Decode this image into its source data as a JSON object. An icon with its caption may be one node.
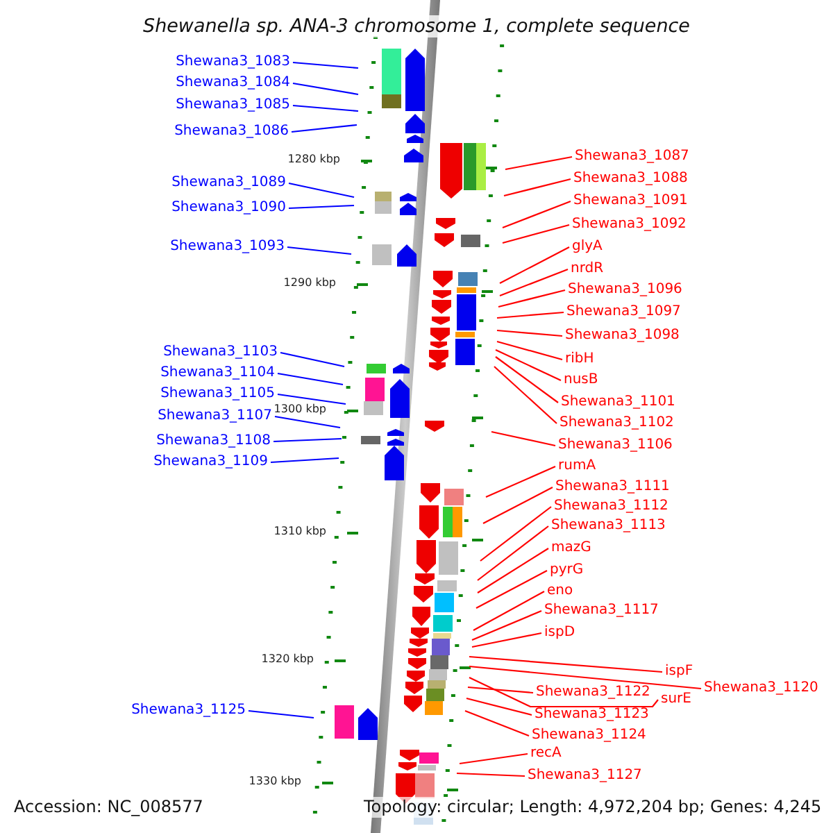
{
  "diagram": {
    "title": "Shewanella sp. ANA-3 chromosome 1, complete sequence",
    "nodes": [
      {
        "text": [
          "Shewana3_1083"
        ]
      },
      {
        "text": [
          "Shewana3_1084"
        ]
      },
      {
        "text": [
          "Shewana3_1085"
        ]
      },
      {
        "text": [
          "Shewana3_1086"
        ]
      },
      {
        "text": [
          "Shewana3_1089"
        ]
      },
      {
        "text": [
          "Shewana3_1090"
        ]
      },
      {
        "text": [
          "Shewana3_1093"
        ]
      },
      {
        "text": [
          "Shewana3_1103"
        ]
      },
      {
        "text": [
          "Shewana3_1104"
        ]
      },
      {
        "text": [
          "Shewana3_1105"
        ]
      },
      {
        "text": [
          "Shewana3_1107"
        ]
      },
      {
        "text": [
          "Shewana3_1108"
        ]
      },
      {
        "text": [
          "Shewana3_1109"
        ]
      },
      {
        "text": [
          "Shewana3_1125"
        ]
      },
      {
        "text": [
          "Shewana3_1087"
        ]
      },
      {
        "text": [
          "Shewana3_1088"
        ]
      },
      {
        "text": [
          "Shewana3_1091"
        ]
      },
      {
        "text": [
          "Shewana3_1092"
        ]
      },
      {
        "text": [
          "glyA"
        ]
      },
      {
        "text": [
          "nrdR"
        ]
      },
      {
        "text": [
          "Shewana3_1096"
        ]
      },
      {
        "text": [
          "Shewana3_1097"
        ]
      },
      {
        "text": [
          "Shewana3_1098"
        ]
      },
      {
        "text": [
          "ribH"
        ]
      },
      {
        "text": [
          "nusB"
        ]
      },
      {
        "text": [
          "Shewana3_1101"
        ]
      },
      {
        "text": [
          "Shewana3_1102"
        ]
      },
      {
        "text": [
          "Shewana3_1106"
        ]
      },
      {
        "text": [
          "rumA"
        ]
      },
      {
        "text": [
          "Shewana3_1111"
        ]
      },
      {
        "text": [
          "Shewana3_1112"
        ]
      },
      {
        "text": [
          "Shewana3_1113"
        ]
      },
      {
        "text": [
          "mazG"
        ]
      },
      {
        "text": [
          "pyrG"
        ]
      },
      {
        "text": [
          "eno"
        ]
      },
      {
        "text": [
          "Shewana3_1117"
        ]
      },
      {
        "text": [
          "ispD"
        ]
      },
      {
        "text": [
          "ispF"
        ]
      },
      {
        "text": [
          "Shewana3_1120"
        ]
      },
      {
        "text": [
          "Shewana3_1122"
        ]
      },
      {
        "text": [
          "surE"
        ]
      },
      {
        "text": [
          "Shewana3_1123"
        ]
      },
      {
        "text": [
          "Shewana3_1124"
        ]
      },
      {
        "text": [
          "recA"
        ]
      },
      {
        "text": [
          "Shewana3_1127"
        ]
      }
    ],
    "edges": [
      {
        "from": 0,
        "to": null,
        "arrow": "none",
        "color": "#0000ff"
      },
      {
        "from": 1,
        "to": null,
        "arrow": "none",
        "color": "#0000ff"
      },
      {
        "from": 2,
        "to": null,
        "arrow": "none",
        "color": "#0000ff"
      },
      {
        "from": 3,
        "to": null,
        "arrow": "none",
        "color": "#0000ff"
      },
      {
        "from": 4,
        "to": null,
        "arrow": "none",
        "color": "#0000ff"
      },
      {
        "from": 5,
        "to": null,
        "arrow": "none",
        "color": "#0000ff"
      },
      {
        "from": 6,
        "to": null,
        "arrow": "none",
        "color": "#0000ff"
      },
      {
        "from": 7,
        "to": null,
        "arrow": "none",
        "color": "#0000ff"
      },
      {
        "from": 8,
        "to": null,
        "arrow": "none",
        "color": "#0000ff"
      },
      {
        "from": 9,
        "to": null,
        "arrow": "none",
        "color": "#0000ff"
      },
      {
        "from": 10,
        "to": null,
        "arrow": "none",
        "color": "#0000ff"
      },
      {
        "from": 11,
        "to": null,
        "arrow": "none",
        "color": "#0000ff"
      },
      {
        "from": 12,
        "to": null,
        "arrow": "none",
        "color": "#0000ff"
      },
      {
        "from": 13,
        "to": null,
        "arrow": "none",
        "color": "#0000ff"
      },
      {
        "from": 14,
        "to": null,
        "arrow": "none"
      },
      {
        "from": 15,
        "to": null,
        "arrow": "none"
      },
      {
        "from": 16,
        "to": null,
        "arrow": "none"
      },
      {
        "from": 17,
        "to": null,
        "arrow": "none"
      },
      {
        "from": 18,
        "to": null,
        "arrow": "none"
      },
      {
        "from": 19,
        "to": null,
        "arrow": "none"
      },
      {
        "from": 20,
        "to": null,
        "arrow": "none"
      },
      {
        "from": 21,
        "to": null,
        "arrow": "none"
      },
      {
        "from": 22,
        "to": null,
        "arrow": "none"
      },
      {
        "from": 23,
        "to": null,
        "arrow": "none"
      },
      {
        "from": 24,
        "to": null,
        "arrow": "none"
      },
      {
        "from": 25,
        "to": null,
        "arrow": "none"
      },
      {
        "from": 26,
        "to": null,
        "arrow": "none"
      },
      {
        "from": 27,
        "to": null,
        "arrow": "none"
      },
      {
        "from": 28,
        "to": null,
        "arrow": "none"
      },
      {
        "from": 29,
        "to": null,
        "arrow": "none"
      },
      {
        "from": 30,
        "to": null,
        "arrow": "none"
      },
      {
        "from": 31,
        "to": null,
        "arrow": "none"
      },
      {
        "from": 32,
        "to": null,
        "arrow": "none"
      },
      {
        "from": 33,
        "to": null,
        "arrow": "none"
      },
      {
        "from": 34,
        "to": null,
        "arrow": "none"
      },
      {
        "from": 35,
        "to": null,
        "arrow": "none"
      },
      {
        "from": 36,
        "to": null,
        "arrow": "none"
      },
      {
        "from": 37,
        "to": null,
        "arrow": "none"
      },
      {
        "from": 38,
        "to": null,
        "arrow": "none"
      },
      {
        "from": 39,
        "to": null,
        "arrow": "none"
      },
      {
        "from": 40,
        "to": null,
        "arrow": "none"
      },
      {
        "from": 41,
        "to": null,
        "arrow": "none"
      },
      {
        "from": 42,
        "to": null,
        "arrow": "none"
      },
      {
        "from": 43,
        "to": null,
        "arrow": "none"
      },
      {
        "from": 44,
        "to": null,
        "arrow": "none"
      }
    ],
    "labels": [
      "1280 kbp",
      "1290 kbp",
      "1300 kbp",
      "1310 kbp",
      "1320 kbp",
      "1330 kbp",
      "Accession: NC_008577",
      "Topology: circular; Length: 4,972,204 bp; Genes: 4,245"
    ]
  }
}
